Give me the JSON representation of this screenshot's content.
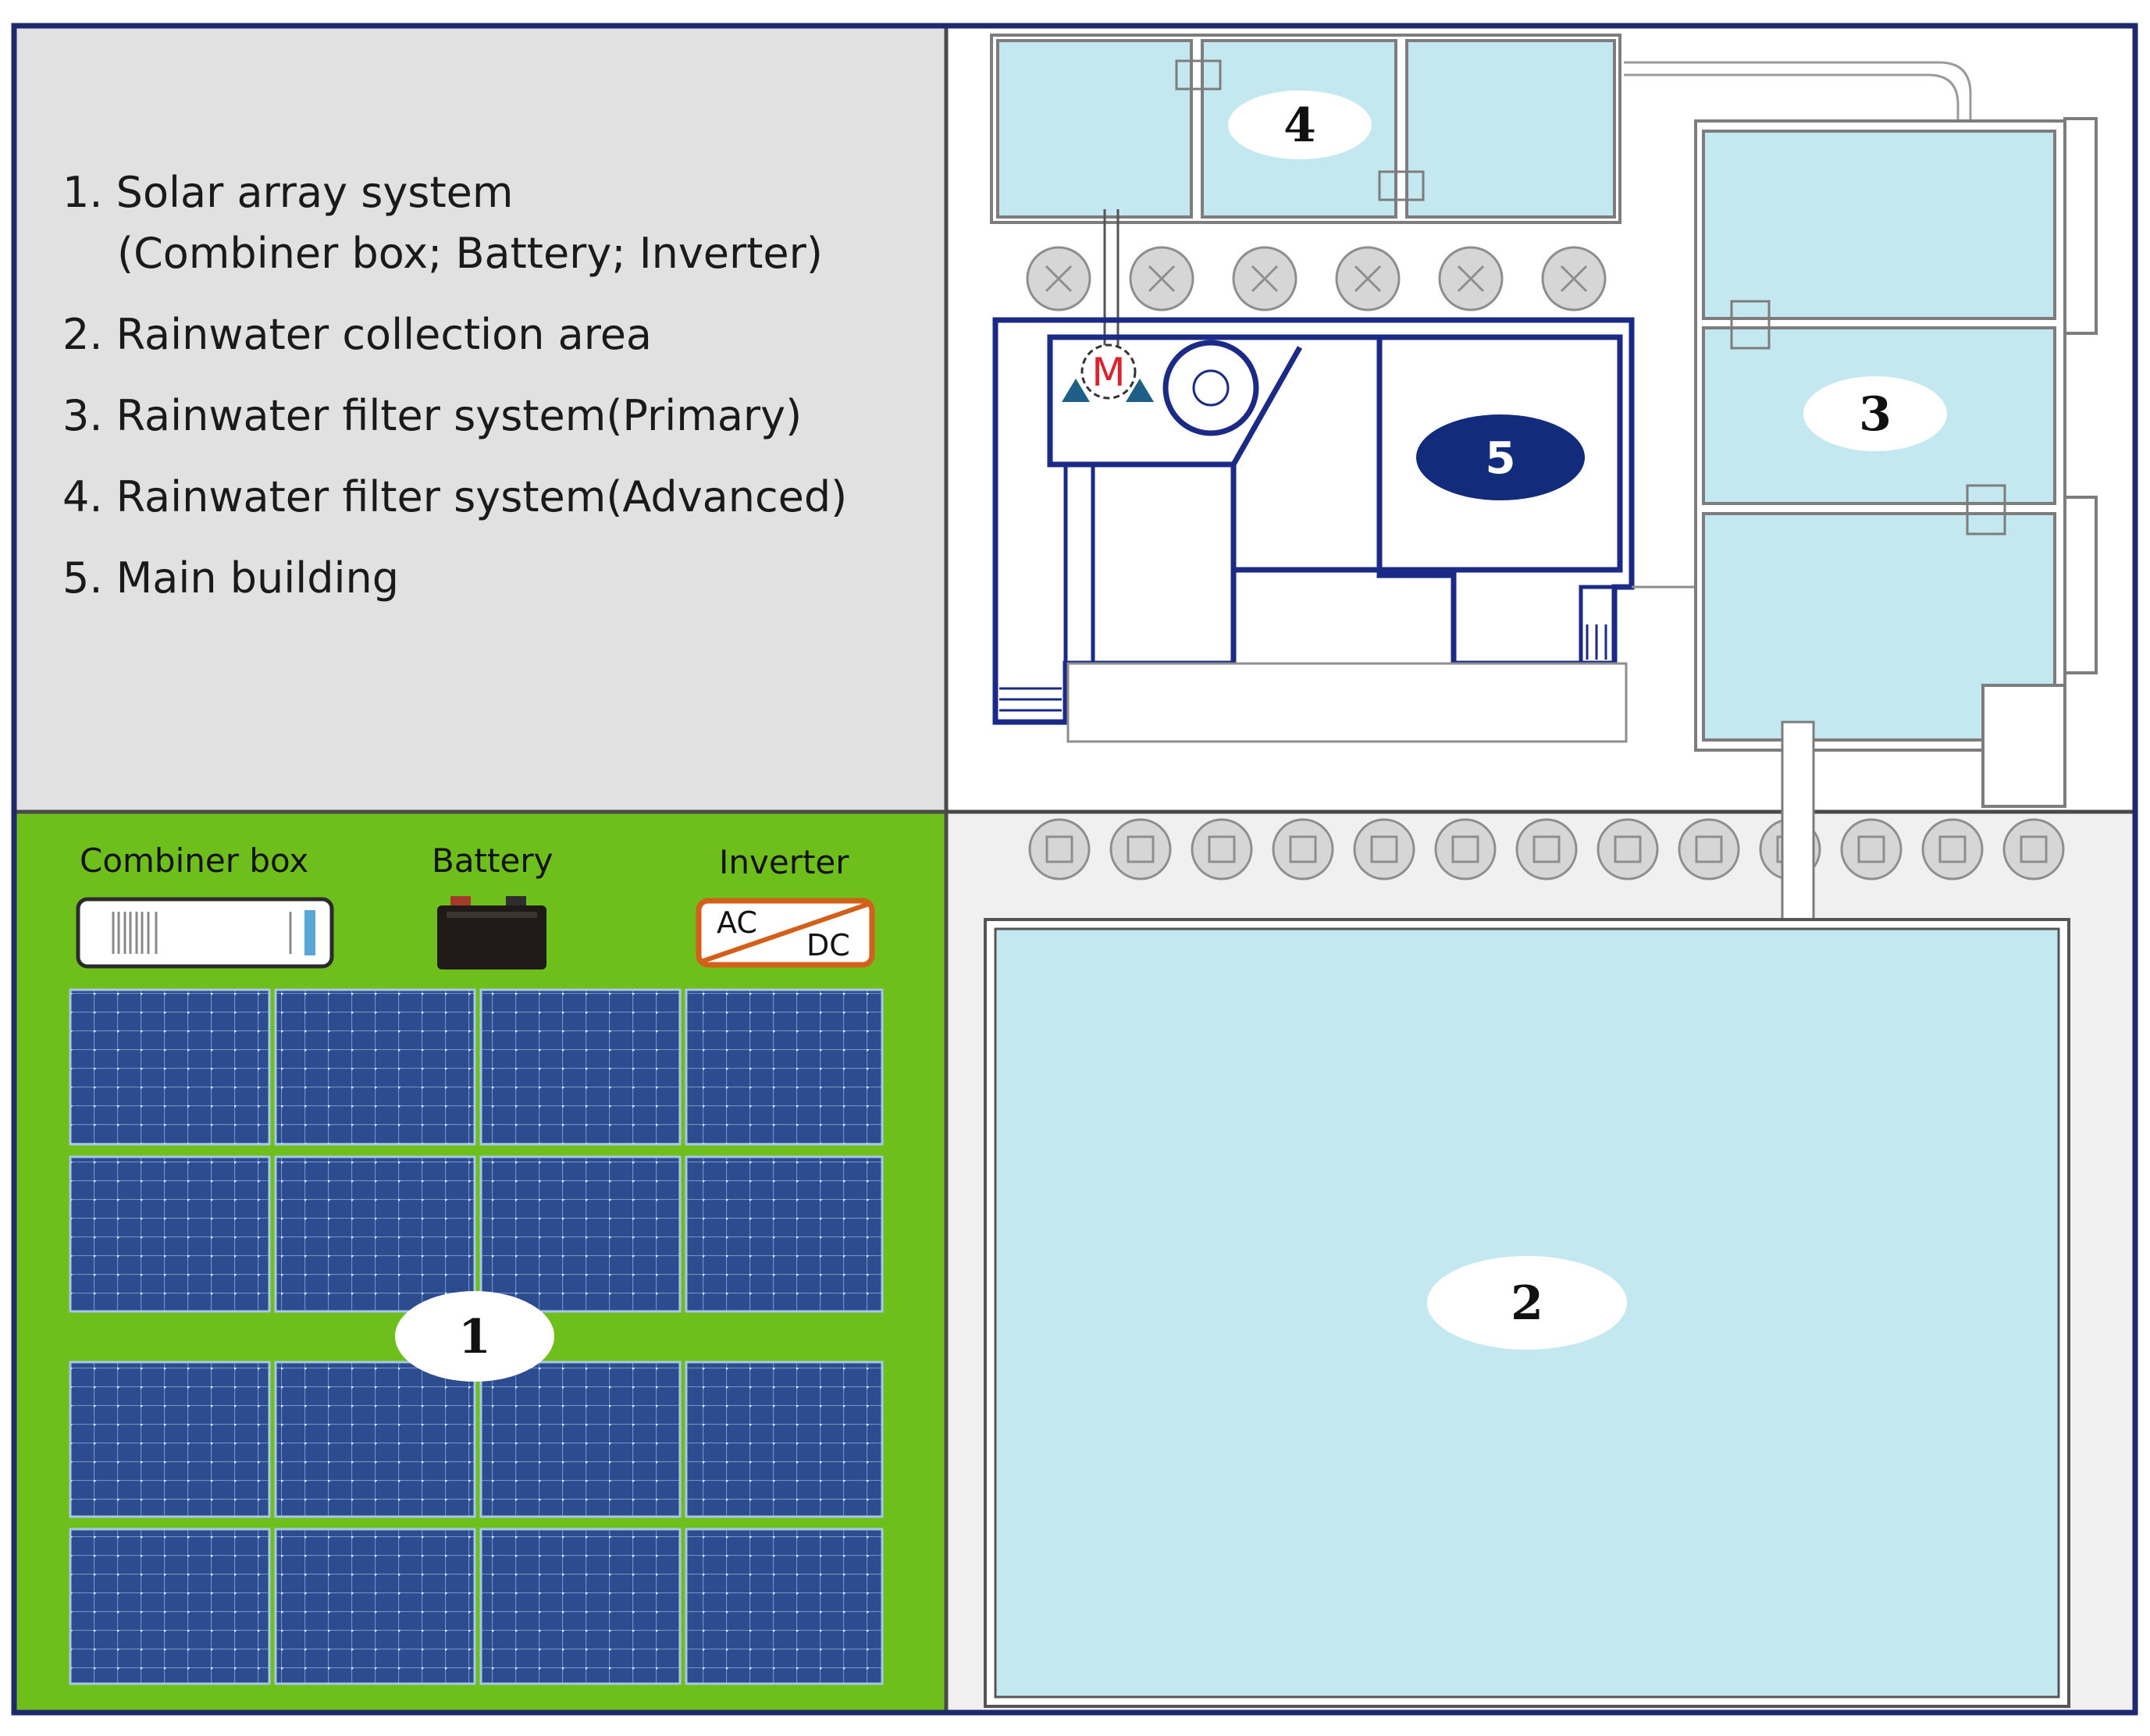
{
  "legend": {
    "items": [
      {
        "label": "1. Solar array system",
        "detail": "(Combiner box; Battery; Inverter)"
      },
      {
        "label": "2. Rainwater collection area"
      },
      {
        "label": "3. Rainwater filter system(Primary)"
      },
      {
        "label": "4. Rainwater filter system(Advanced)"
      },
      {
        "label": "5. Main building"
      }
    ]
  },
  "equipment": {
    "combiner_box": "Combiner box",
    "battery": "Battery",
    "inverter": "Inverter",
    "inverter_ac": "AC",
    "inverter_dc": "DC"
  },
  "motor_label": "M",
  "markers": {
    "one": "1",
    "two": "2",
    "three": "3",
    "four": "4",
    "five": "5"
  },
  "colors": {
    "frame": "#1f2a6e",
    "legend_bg": "#e1e1e1",
    "solar_bg": "#6fbf1c",
    "panel": "#2f4f92",
    "water": "#c3e8ef",
    "building_line": "#1b2a86",
    "marker_dark": "#122b7a",
    "inverter_border": "#d2601a"
  }
}
